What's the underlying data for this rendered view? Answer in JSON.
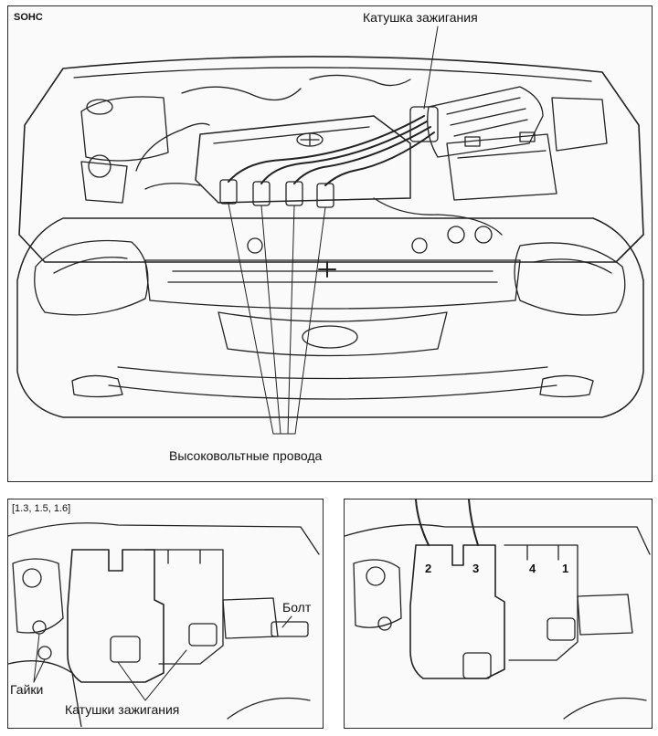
{
  "top": {
    "tag": "SOHC",
    "ignition_coil_label": "Катушка зажигания",
    "hv_wires_label": "Высоковольтные провода"
  },
  "bottom_left": {
    "tag": "[1.3, 1.5, 1.6]",
    "bolt_label": "Болт",
    "nuts_label": "Гайки",
    "coils_label": "Катушки зажигания"
  },
  "bottom_right": {
    "coil_numbers": [
      "2",
      "3",
      "4",
      "1"
    ]
  }
}
